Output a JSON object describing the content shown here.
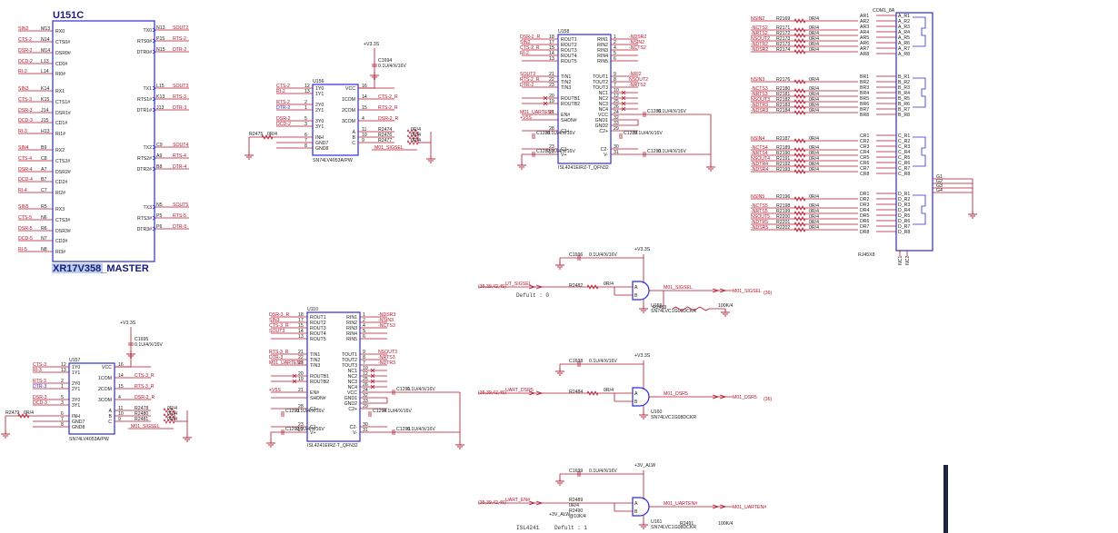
{
  "master": {
    "ref": "U151C",
    "title": "XR17V358_MASTER",
    "left_pins": [
      {
        "net": "SIN2",
        "pin": "M13",
        "name": "RX0"
      },
      {
        "net": "CTS-2",
        "pin": "N14",
        "name": "CTS0#"
      },
      {
        "net": "DSR-2",
        "pin": "M14",
        "name": "DSR0#"
      },
      {
        "net": "DCD-2",
        "pin": "L13",
        "name": "CD0#"
      },
      {
        "net": "RI-2",
        "pin": "L14",
        "name": "RI0#"
      },
      {
        "net": "SIN3",
        "pin": "K14",
        "name": "RX1"
      },
      {
        "net": "CTS-3",
        "pin": "K15",
        "name": "CTS1#"
      },
      {
        "net": "DSR-3",
        "pin": "J14",
        "name": "DSR1#"
      },
      {
        "net": "DCD-3",
        "pin": "J15",
        "name": "CD1#"
      },
      {
        "net": "RI-3",
        "pin": "H13",
        "name": "RI1#"
      },
      {
        "net": "SIN4",
        "pin": "B9",
        "name": "RX2"
      },
      {
        "net": "CTS-4",
        "pin": "C8",
        "name": "CTS2#"
      },
      {
        "net": "DSR-4",
        "pin": "A7",
        "name": "DSR2#"
      },
      {
        "net": "DCD-4",
        "pin": "B7",
        "name": "CD2#"
      },
      {
        "net": "RI-4",
        "pin": "C7",
        "name": "RI2#"
      },
      {
        "net": "SIN5",
        "pin": "R5",
        "name": "RX3"
      },
      {
        "net": "CTS-5",
        "pin": "N6",
        "name": "CTS3#"
      },
      {
        "net": "DSR-5",
        "pin": "R6",
        "name": "DSR3#"
      },
      {
        "net": "DCD-5",
        "pin": "N7",
        "name": "CD3#"
      },
      {
        "net": "RI-5",
        "pin": "N8",
        "name": "RI3#"
      }
    ],
    "right_pins": [
      {
        "net": "SOUT2",
        "pin": "N13",
        "name": "TX0"
      },
      {
        "net": "RTS-2",
        "pin": "P15",
        "name": "RTS0#"
      },
      {
        "net": "DTR-2",
        "pin": "N15",
        "name": "DTR0#"
      },
      {
        "net": "SOUT3",
        "pin": "L15",
        "name": "TX1"
      },
      {
        "net": "RTS-3",
        "pin": "K13",
        "name": "RTS1#"
      },
      {
        "net": "DTR-3",
        "pin": "J13",
        "name": "DTR1#"
      },
      {
        "net": "SOUT4",
        "pin": "C9",
        "name": "TX2"
      },
      {
        "net": "RTS-4",
        "pin": "A9",
        "name": "RTS2#"
      },
      {
        "net": "DTR-4",
        "pin": "B8",
        "name": "DTR2#"
      },
      {
        "net": "SOUT5",
        "pin": "N5",
        "name": "TX3"
      },
      {
        "net": "RTS-5",
        "pin": "P5",
        "name": "RTS3#"
      },
      {
        "net": "DTR-5",
        "pin": "P6",
        "name": "DTR3#"
      }
    ]
  },
  "mux1": {
    "ref": "U156",
    "part": "SN74LV4053A/PW",
    "power": "+V3.3S",
    "cap": {
      "ref": "C1694",
      "value": "0.1U/4/X/16V"
    },
    "left": [
      {
        "net": "CTS-2",
        "pin": "12",
        "name": "1Y0"
      },
      {
        "net": "RI-2",
        "pin": "13",
        "name": "1Y1"
      },
      {
        "net": "RTS-2",
        "pin": "2",
        "name": "2Y0"
      },
      {
        "net": "DTR-2",
        "pin": "1",
        "name": "2Y1"
      },
      {
        "net": "DSR-2",
        "pin": "5",
        "name": "3Y0"
      },
      {
        "net": "DCD-2",
        "pin": "3",
        "name": "3Y1"
      },
      {
        "net": "",
        "pin": "6",
        "name": "INH"
      },
      {
        "net": "",
        "pin": "7",
        "name": "GND7"
      },
      {
        "net": "",
        "pin": "8",
        "name": "GND8"
      }
    ],
    "right": [
      {
        "net": "",
        "pin": "16",
        "name": "VCC"
      },
      {
        "net": "CTS-2_R",
        "pin": "14",
        "name": "1COM"
      },
      {
        "net": "RTS-2_R",
        "pin": "15",
        "name": "2COM"
      },
      {
        "net": "DSR-2_R",
        "pin": "4",
        "name": "3COM"
      },
      {
        "net": "",
        "pin": "11",
        "name": "A"
      },
      {
        "net": "",
        "pin": "10",
        "name": "B"
      },
      {
        "net": "",
        "pin": "9",
        "name": "C"
      }
    ],
    "res_left": {
      "ref": "R2475",
      "value": "0R/4"
    },
    "res_right": [
      {
        "ref": "R2474",
        "value": "0R/4"
      },
      {
        "ref": "R2476",
        "value": "0R/4"
      },
      {
        "ref": "R2477",
        "value": "0R/4"
      }
    ],
    "sel_net": "M01_SIGSEL"
  },
  "rs232a": {
    "ref": "U158",
    "part": "ISL4241EIRZ-T_QFN32",
    "left_nets": [
      "DSR-2_R",
      "SIN2",
      "CTS-2_R",
      "RI-2",
      "SOUT2",
      "RTS-2_R",
      "DTR-2",
      "M01_UARTEN#",
      "+V5S"
    ],
    "left_pins": [
      {
        "pin": "18",
        "name": "ROUT1"
      },
      {
        "pin": "17",
        "name": "ROUT2"
      },
      {
        "pin": "15",
        "name": "ROUT3"
      },
      {
        "pin": "14",
        "name": "ROUT4"
      },
      {
        "pin": "13",
        "name": "ROUT5"
      },
      {
        "pin": "21",
        "name": "TIN1"
      },
      {
        "pin": "22",
        "name": "TIN2"
      },
      {
        "pin": "23",
        "name": "TIN3"
      },
      {
        "pin": "20",
        "name": "ROUTB1"
      },
      {
        "pin": "19",
        "name": "ROUTB2"
      },
      {
        "pin": "21",
        "name": "EN#"
      },
      {
        "pin": "",
        "name": "SHDN#"
      },
      {
        "pin": "28",
        "name": "C1+"
      },
      {
        "pin": "27",
        "name": "C1-"
      },
      {
        "pin": "",
        "name": "V+"
      }
    ],
    "right_nets": [
      "-NDSR2",
      "-NSIN2",
      "-NCTS2",
      "-NRI2",
      "NSOUT2",
      "-NRTS2",
      "-NDTR2"
    ],
    "right_pins": [
      {
        "pin": "1",
        "name": "RIN1"
      },
      {
        "pin": "2",
        "name": "RIN2"
      },
      {
        "pin": "4",
        "name": "RIN3"
      },
      {
        "pin": "5",
        "name": "RIN4"
      },
      {
        "pin": "6",
        "name": "RIN5"
      },
      {
        "pin": "9",
        "name": "TOUT1"
      },
      {
        "pin": "8",
        "name": "TOUT2"
      },
      {
        "pin": "7",
        "name": "TOUT3"
      },
      {
        "pin": "10",
        "name": "NC1"
      },
      {
        "pin": "12",
        "name": "NC2"
      },
      {
        "pin": "25",
        "name": "NC3"
      },
      {
        "pin": "26",
        "name": "NC4"
      },
      {
        "pin": "24",
        "name": "VCC"
      },
      {
        "pin": "32",
        "name": "GND1"
      },
      {
        "pin": "33",
        "name": "GND2"
      },
      {
        "pin": "29",
        "name": "C2+"
      },
      {
        "pin": "30",
        "name": "C2-"
      },
      {
        "pin": "31",
        "name": "V-"
      }
    ],
    "caps": [
      {
        "ref": "C1286",
        "value": "0.1U/4/X/16V"
      },
      {
        "ref": "C1288",
        "value": "0.1U/4/X/16V"
      },
      {
        "ref": "C1289",
        "value": "0.1U/4/X/16V"
      },
      {
        "ref": "C1287",
        "value": "0.1U/4/X/16V"
      },
      {
        "ref": "C1290",
        "value": "0.1U/4/X/16V"
      }
    ]
  },
  "connector": {
    "ref": "COM1_8A",
    "part": "RJ45X8",
    "groups": [
      {
        "nets": [
          "NSIN2",
          "-NCTS2",
          "-NRTS2",
          "NSOUT2",
          "-NDTR2",
          "-NDSR2"
        ],
        "res": [
          "R2169",
          "R2171",
          "R2172",
          "R2173",
          "R2173",
          "R2174"
        ],
        "pins": [
          "AR1",
          "AR2",
          "AR3",
          "AR4",
          "AR5",
          "AR6",
          "AR7",
          "AR8"
        ],
        "names": [
          "A_R1",
          "A_R2",
          "A_R3",
          "A_R4",
          "A_R5",
          "A_R6",
          "A_R7",
          "A_R8"
        ]
      },
      {
        "nets": [
          "NSIN3",
          "-NCTS3",
          "-NRTS3",
          "NSOUT3",
          "-NDTR3",
          "-NDSR3"
        ],
        "res": [
          "R2176",
          "R2180",
          "R2181",
          "R2182",
          "R2183",
          "R2184"
        ],
        "pins": [
          "BR1",
          "BR2",
          "BR3",
          "BR4",
          "BR5",
          "BR6",
          "BR7",
          "BR8"
        ],
        "names": [
          "B_R1",
          "B_R2",
          "B_R3",
          "B_R4",
          "B_R5",
          "B_R6",
          "B_R7",
          "B_R8"
        ]
      },
      {
        "nets": [
          "NSIN4",
          "-NCTS4",
          "-NRTS4",
          "NSOUT4",
          "-NDTR4",
          "-NDSR4"
        ],
        "res": [
          "R2187",
          "R2189",
          "R2190",
          "R2191",
          "R2192",
          "R2193"
        ],
        "pins": [
          "CR1",
          "CR2",
          "CR3",
          "CR4",
          "CR5",
          "CR6",
          "CR7",
          "CR8"
        ],
        "names": [
          "C_R1",
          "C_R2",
          "C_R3",
          "C_R4",
          "C_R5",
          "C_R6",
          "C_R7",
          "C_R8"
        ]
      },
      {
        "nets": [
          "NSIN5",
          "-NCTS5",
          "-NRTS5",
          "NSOUT5",
          "-NDTR5",
          "-NDSR5"
        ],
        "res": [
          "R2196",
          "R2198",
          "R2199",
          "R2200",
          "R2201",
          "R2202"
        ],
        "pins": [
          "DR1",
          "DR2",
          "DR3",
          "DR4",
          "DR5",
          "DR6",
          "DR7",
          "DR8"
        ],
        "names": [
          "D_R1",
          "D_R2",
          "D_R3",
          "D_R4",
          "D_R5",
          "D_R6",
          "D_R7",
          "D_R8"
        ]
      }
    ],
    "res_value": "0R/4",
    "shield": [
      "G1",
      "G2",
      "G3",
      "G4"
    ],
    "nc": [
      "NC1",
      "NC2"
    ]
  },
  "gate1": {
    "power": "+V3.3S",
    "cap": {
      "ref": "C1696",
      "value": "0.1U/4/X/16V"
    },
    "in_net": "UT_SIGSEL",
    "in_ref": "(35,39,42,45)",
    "default": "Defult : 0",
    "res_in": {
      "ref": "R2482",
      "value": "0R/4"
    },
    "out_net": "M01_SIGSEL",
    "out_port": "M01_SIGSEL",
    "out_ref": "(36)",
    "res_pd": {
      "ref": "R2483",
      "value": "100K/4"
    },
    "ref": "U159",
    "part": "SN74LVC1G08DCKR"
  },
  "gate2": {
    "power": "+V3.3S",
    "cap": {
      "ref": "C1698",
      "value": "0.1U/4/X/16V"
    },
    "in_net": "UART_DSR5",
    "in_ref": "(35,39,42,45)",
    "res_in": {
      "ref": "R2484",
      "value": "0R/4"
    },
    "out_net": "M01_DSR5",
    "out_port": "M01_DSR5",
    "out_ref": "(36)",
    "ref": "U160",
    "part": "SN74LVC1G08DCKR"
  },
  "gate3": {
    "power": "+3V_ALW",
    "cap": {
      "ref": "C1699",
      "value": "0.1U/4/X/16V"
    },
    "in_net": "UART_EN#",
    "in_ref": "(35,39,42,45)",
    "res_in": [
      {
        "ref": "R2489",
        "value": "0R/4"
      },
      {
        "ref": "R2490",
        "value": "@10K/4"
      }
    ],
    "pull_net": "+3V_ALW",
    "out_net": "M01_UARTEN#",
    "out_port": "M01_UARTEN#",
    "res_pd": {
      "ref": "R2491",
      "value": "100K/4"
    },
    "ref": "U161",
    "part": "SN74LVC1G08DCKR",
    "note_left": "ISL4241",
    "note_right": "Defult : 1"
  },
  "mux2": {
    "ref": "U157",
    "part": "SN74LV4053A/PW",
    "power": "+V3.3S",
    "cap": {
      "ref": "C1695",
      "value": "0.1U/4/X/16V"
    },
    "left": [
      {
        "net": "CTS-3",
        "pin": "12",
        "name": "1Y0"
      },
      {
        "net": "RI-3",
        "pin": "13",
        "name": "1Y1"
      },
      {
        "net": "RTS-3",
        "pin": "2",
        "name": "2Y0"
      },
      {
        "net": "DTR-3",
        "pin": "1",
        "name": "2Y1"
      },
      {
        "net": "DSR-3",
        "pin": "5",
        "name": "3Y0"
      },
      {
        "net": "DCD-3",
        "pin": "3",
        "name": "3Y1"
      },
      {
        "net": "",
        "pin": "6",
        "name": "INH"
      },
      {
        "net": "",
        "pin": "7",
        "name": "GND7"
      },
      {
        "net": "",
        "pin": "8",
        "name": "GND8"
      }
    ],
    "right": [
      {
        "net": "",
        "pin": "16",
        "name": "VCC"
      },
      {
        "net": "CTS-3_R",
        "pin": "14",
        "name": "1COM"
      },
      {
        "net": "RTS-3_R",
        "pin": "15",
        "name": "2COM"
      },
      {
        "net": "DSR-3_R",
        "pin": "4",
        "name": "3COM"
      },
      {
        "net": "",
        "pin": "11",
        "name": "A"
      },
      {
        "net": "",
        "pin": "10",
        "name": "B"
      },
      {
        "net": "",
        "pin": "9",
        "name": "C"
      }
    ],
    "res_left": {
      "ref": "R2479",
      "value": "0R/4"
    },
    "res_right": [
      {
        "ref": "R2478",
        "value": "0R/4"
      },
      {
        "ref": "R2480",
        "value": "0R/4"
      },
      {
        "ref": "R2481",
        "value": "0R/4"
      }
    ],
    "sel_net": "M01_SIGSEL"
  },
  "rs232b": {
    "ref": "U110",
    "part": "ISL4241EIRZ-T_QFN32",
    "left_nets": [
      "DSR-3_R",
      "SIN3",
      "CTS-3_R",
      "SOUT3",
      "RTS-3_R",
      "DTR-3",
      "M01_UARTEN#",
      "+V5S"
    ],
    "right_nets": [
      "-NDSR3",
      "-NSIN3",
      "-NCTS3",
      "NSOUT3",
      "-NRTS3",
      "-NDTR3",
      "+V5S"
    ],
    "caps": [
      {
        "ref": "C1291",
        "value": "0.1U/4/X/16V"
      },
      {
        "ref": "C1293",
        "value": "0.1U/4/X/16V"
      },
      {
        "ref": "C1294",
        "value": "0.1U/4/X/16V"
      },
      {
        "ref": "C1292",
        "value": "0.1U/4/X/16V"
      },
      {
        "ref": "C1295",
        "value": "0.1U/4/X/16V"
      }
    ]
  }
}
